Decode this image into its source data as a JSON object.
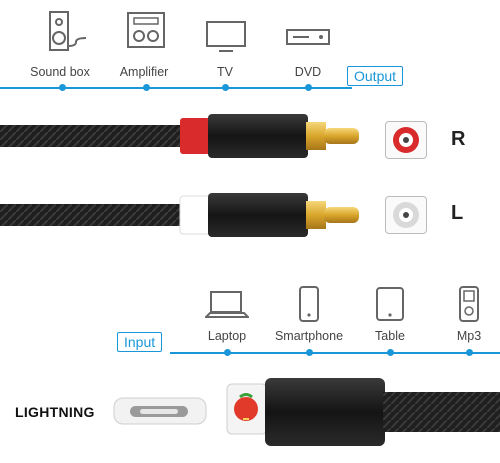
{
  "output": {
    "tag": "Output",
    "devices": [
      {
        "label": "Sound box",
        "icon": "speaker-icon"
      },
      {
        "label": "Amplifier",
        "icon": "amplifier-icon"
      },
      {
        "label": "TV",
        "icon": "tv-icon"
      },
      {
        "label": "DVD",
        "icon": "dvd-player-icon"
      }
    ]
  },
  "channels": {
    "right": {
      "label": "R",
      "color": "#d92b2b"
    },
    "left": {
      "label": "L",
      "color": "#ffffff"
    }
  },
  "input": {
    "tag": "Input",
    "devices": [
      {
        "label": "Laptop",
        "icon": "laptop-icon"
      },
      {
        "label": "Smartphone",
        "icon": "smartphone-icon"
      },
      {
        "label": "Table",
        "icon": "tablet-icon"
      },
      {
        "label": "Mp3",
        "icon": "mp3-player-icon"
      }
    ]
  },
  "connector": {
    "label": "LIGHTNING"
  },
  "colors": {
    "accent": "#1a97d8",
    "cable": "#1b1b1b",
    "gold": "#d9a62b"
  }
}
